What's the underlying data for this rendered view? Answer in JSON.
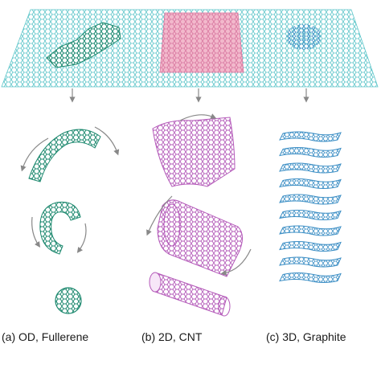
{
  "captions": {
    "a": "(a) OD, Fullerene",
    "b": "(b) 2D, CNT",
    "c": "(c) 3D, Graphite"
  },
  "colors": {
    "graphene_sheet": "#5cc5c9",
    "fullerene": "#1f8a70",
    "cnt": "#b45ab9",
    "cnt_highlight": "#e07fa6",
    "graphite": "#3d8fc5",
    "arrow": "#888888"
  },
  "icons": [
    "down-arrow-icon",
    "curved-arrow-icon"
  ]
}
